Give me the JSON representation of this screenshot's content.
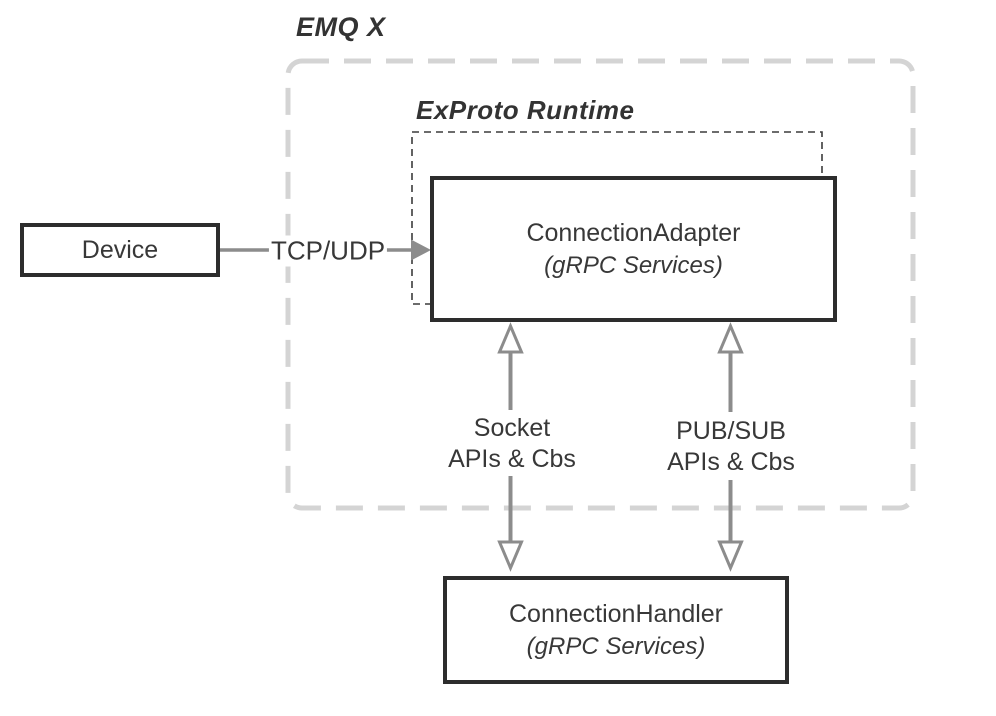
{
  "diagram": {
    "outer_group": {
      "label": "EMQ X"
    },
    "inner_group": {
      "label": "ExProto Runtime"
    },
    "nodes": {
      "device": {
        "label": "Device"
      },
      "adapter": {
        "title": "ConnectionAdapter",
        "subtitle": "(gRPC Services)"
      },
      "handler": {
        "title": "ConnectionHandler",
        "subtitle": "(gRPC Services)"
      }
    },
    "edges": {
      "tcp_udp": {
        "label": "TCP/UDP"
      },
      "socket": {
        "line1": "Socket",
        "line2": "APIs & Cbs"
      },
      "pubsub": {
        "line1": "PUB/SUB",
        "line2": "APIs & Cbs"
      }
    },
    "colors": {
      "box_border": "#2d2d2d",
      "text": "#383838",
      "arrow_gray": "#8c8c8c",
      "outer_dash_gray": "#d4d4d4",
      "inner_dash_dark": "#3c3c3c",
      "background": "#ffffff"
    }
  }
}
